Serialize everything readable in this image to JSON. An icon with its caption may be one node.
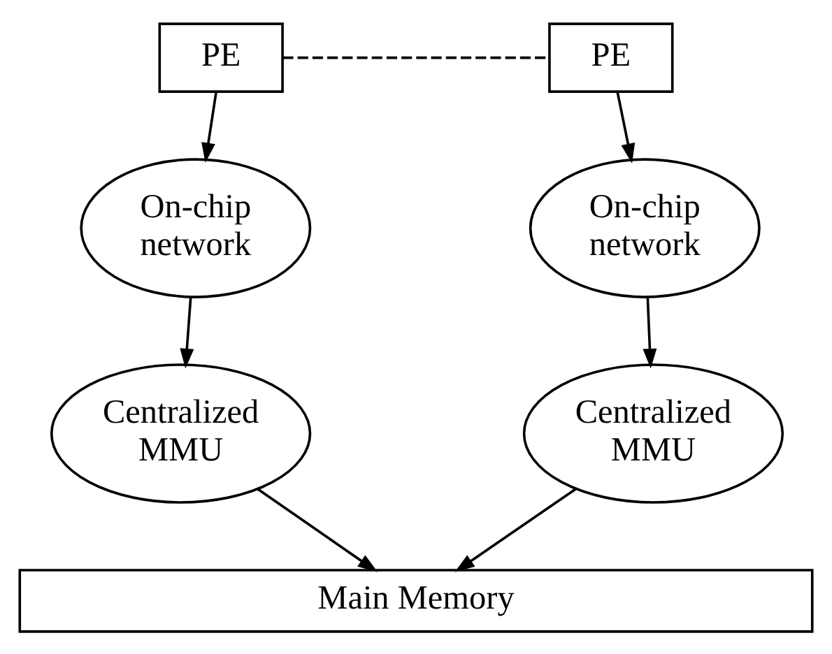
{
  "diagram": {
    "nodes": [
      {
        "text": [
          "PE"
        ]
      },
      {
        "text": [
          "PE"
        ]
      },
      {
        "text": [
          "On-chip network"
        ]
      },
      {
        "text": [
          "On-chip network"
        ]
      },
      {
        "text": [
          "Centralized MMU"
        ]
      },
      {
        "text": [
          "Centralized MMU"
        ]
      },
      {
        "text": [
          "Main Memory"
        ]
      }
    ],
    "edges": [
      {
        "from": 0,
        "to": 1,
        "arrow": "none",
        "style": "dashed"
      },
      {
        "from": 0,
        "to": 2,
        "arrow": "to"
      },
      {
        "from": 1,
        "to": 3,
        "arrow": "to"
      },
      {
        "from": 2,
        "to": 4,
        "arrow": "to"
      },
      {
        "from": 3,
        "to": 5,
        "arrow": "to"
      },
      {
        "from": 4,
        "to": 6,
        "arrow": "to"
      },
      {
        "from": 5,
        "to": 6,
        "arrow": "to"
      }
    ]
  }
}
